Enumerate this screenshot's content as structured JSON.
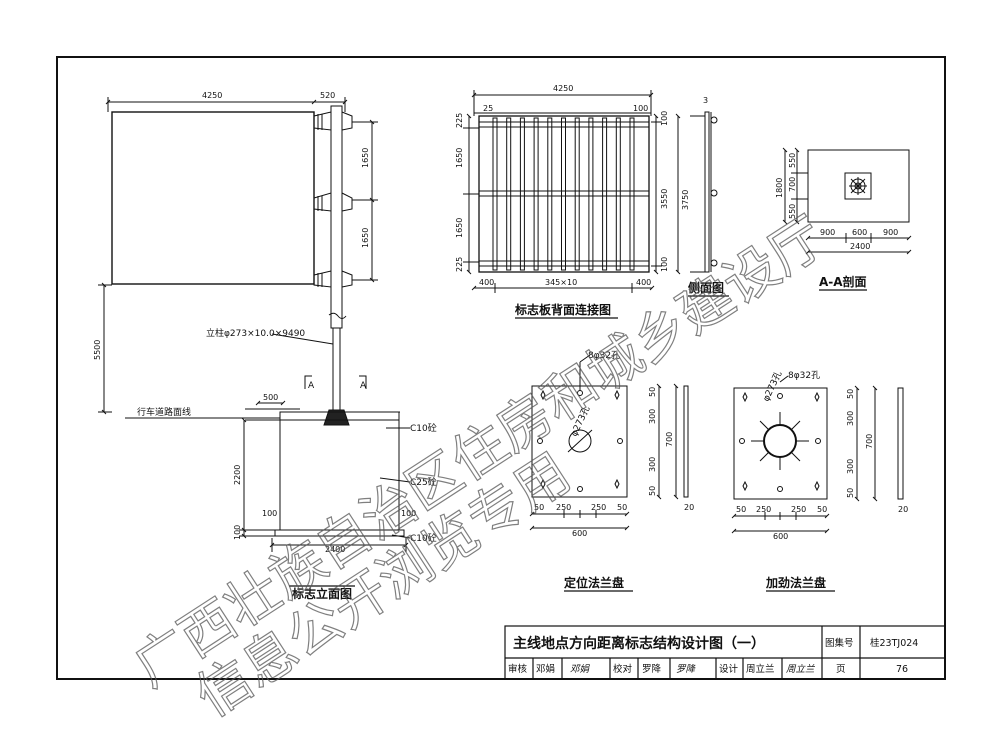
{
  "title_block": {
    "title": "主线地点方向距离标志结构设计图（一）",
    "atlas_label": "图集号",
    "atlas_no": "桂23TJ024",
    "page_label": "页",
    "page_no": "76",
    "signoff": {
      "review_label": "审核",
      "review_name": "邓娟",
      "review_sig": "邓娟",
      "check_label": "校对",
      "check_name": "罗降",
      "check_sig": "罗降",
      "design_label": "设计",
      "design_name": "周立兰",
      "design_sig": "周立兰"
    }
  },
  "elevation": {
    "caption": "标志立面图",
    "w_panel": "4250",
    "w_arm": "520",
    "h_top": "1650",
    "h_mid": "1650",
    "h_clear": "5500",
    "pole_label": "立柱φ273×10.0×9490",
    "road_label": "行车道路面线",
    "section_mark_l": "A",
    "section_mark_r": "A",
    "w_found_offset": "500",
    "h_found": "2200",
    "h_bed": "100",
    "bed_left": "100",
    "bed_right": "100",
    "w_found": "2400",
    "c10_top": "C10砼",
    "c25": "C25砼",
    "c10_bottom": "C10砼"
  },
  "back_view": {
    "caption": "标志板背面连接图",
    "w_total": "4250",
    "edge_l": "25",
    "edge_r": "100",
    "h_225_top": "225",
    "h_1650_a": "1650",
    "h_1650_b": "1650",
    "h_225_bot": "225",
    "h_3550": "3550",
    "h_3750": "3750",
    "d_100_top": "100",
    "d_100_bot": "100",
    "b_left": "400",
    "b_mid": "345×10",
    "b_right": "400",
    "side_thk": "3"
  },
  "side_view": {
    "caption": "侧面图"
  },
  "section_aa": {
    "caption": "A-A剖面",
    "h_total": "1800",
    "h_550a": "550",
    "h_700": "700",
    "h_550b": "550",
    "w_900a": "900",
    "w_600": "600",
    "w_900b": "900",
    "w_total": "2400"
  },
  "locating_flange": {
    "caption": "定位法兰盘",
    "holes": "8φ32孔",
    "pipe": "φ273孔",
    "h_50a": "50",
    "h_300a": "300",
    "h_300b": "300",
    "h_50b": "50",
    "h_700": "700",
    "t_20": "20",
    "w_50a": "50",
    "w_250a": "250",
    "w_250b": "250",
    "w_50b": "50",
    "w_600": "600"
  },
  "stiffened_flange": {
    "caption": "加劲法兰盘",
    "holes": "8φ32孔",
    "pipe": "φ273孔",
    "h_50a": "50",
    "h_300a": "300",
    "h_300b": "300",
    "h_50b": "50",
    "h_700": "700",
    "t_20": "20",
    "w_50a": "50",
    "w_250a": "250",
    "w_250b": "250",
    "w_50b": "50",
    "w_600": "600"
  },
  "watermark": {
    "line1": "广西壮族自治区住房和城乡建设厅",
    "line2": "信息公开浏览专用"
  }
}
